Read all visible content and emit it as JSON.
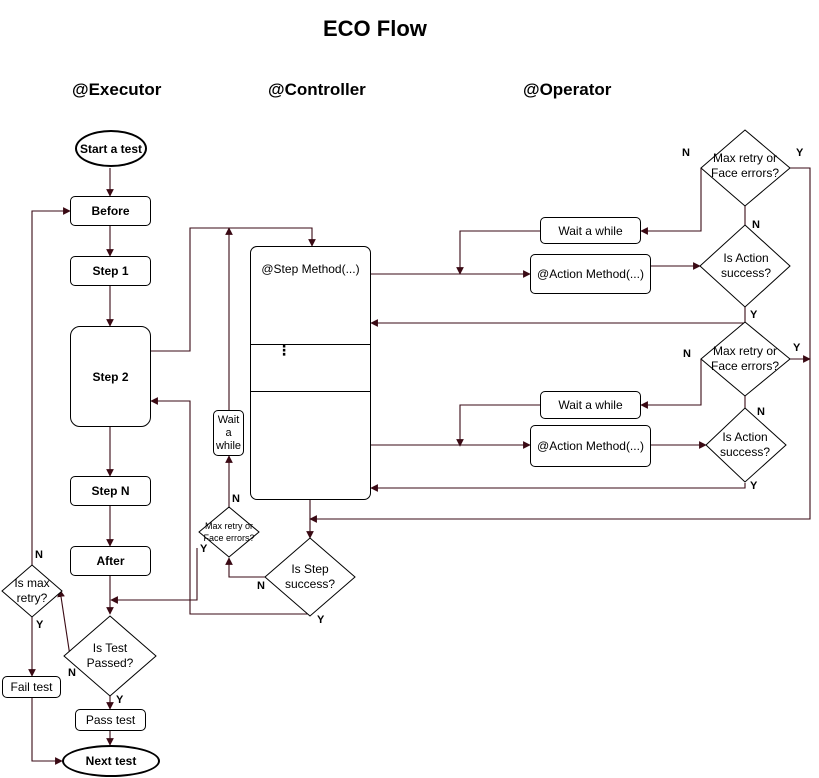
{
  "title": "ECO Flow",
  "lanes": {
    "executor": "@Executor",
    "controller": "@Controller",
    "operator": "@Operator"
  },
  "executor": {
    "start": "Start a test",
    "before": "Before",
    "step1": "Step 1",
    "step2": "Step 2",
    "stepn": "Step N",
    "after": "After",
    "is_test_passed": "Is Test Passed?",
    "is_max_retry": "Is max retry?",
    "fail_test": "Fail test",
    "pass_test": "Pass test",
    "next_test": "Next test"
  },
  "controller": {
    "step_method": "@Step Method(...)",
    "ellipsis": "⋮",
    "wait_a_while": "Wait a while",
    "max_retry_or_face_errors": "Max retry or Face errors?",
    "is_step_success": "Is Step success?"
  },
  "operator": {
    "wait_top": "Wait a while",
    "action_top": "@Action Method(...)",
    "is_action_success_top": "Is Action success?",
    "max_retry_top": "Max retry or Face errors?",
    "wait_bottom": "Wait a while",
    "action_bottom": "@Action Method(...)",
    "is_action_success_bottom": "Is Action success?",
    "max_retry_bottom": "Max retry or Face errors?"
  },
  "labels": {
    "yes": "Y",
    "no": "N"
  },
  "colors": {
    "line": "#3a0a14",
    "border": "#000000",
    "background": "#ffffff"
  }
}
